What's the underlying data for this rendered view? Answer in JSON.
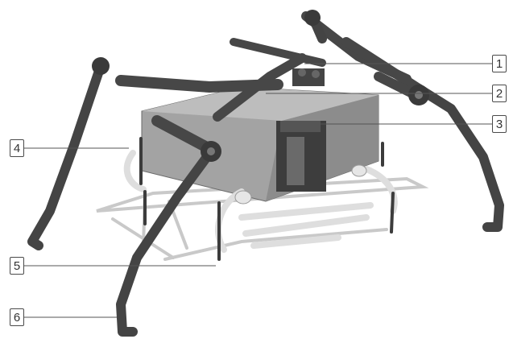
{
  "callouts": [
    {
      "id": "callout-1",
      "label": "1"
    },
    {
      "id": "callout-2",
      "label": "2"
    },
    {
      "id": "callout-3",
      "label": "3"
    },
    {
      "id": "callout-4",
      "label": "4"
    },
    {
      "id": "callout-5",
      "label": "5"
    },
    {
      "id": "callout-6",
      "label": "6"
    }
  ],
  "colors": {
    "dark_frame": "#3f3f3f",
    "body_block": "#9a9a9a",
    "light_parts": "#e8e8e8",
    "leader_line": "#555555"
  }
}
